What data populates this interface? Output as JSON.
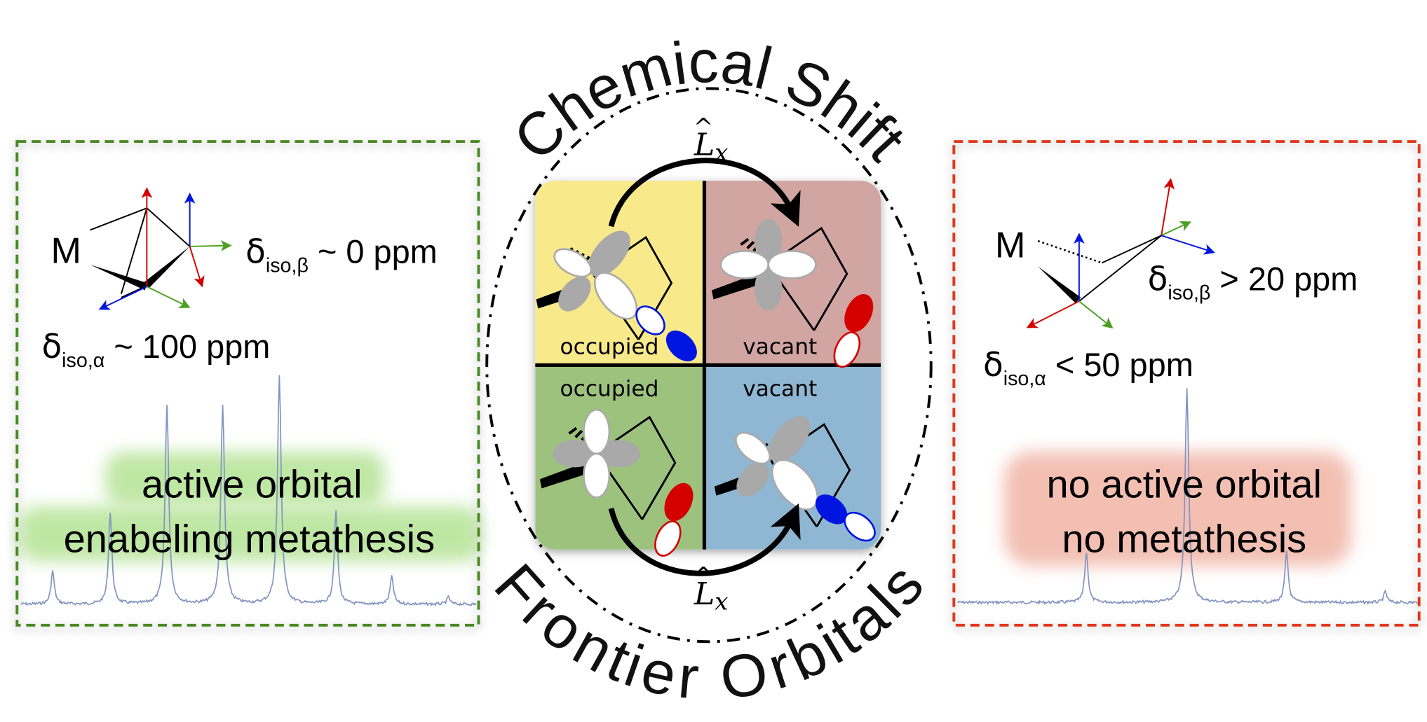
{
  "title_top": "Chemical Shift",
  "title_bottom": "Frontier Orbitals",
  "operator_top": {
    "symbol": "L",
    "hat": "^",
    "subscript": "x"
  },
  "operator_bottom": {
    "symbol": "L",
    "hat": "^",
    "subscript": "x"
  },
  "colors": {
    "active_border": "#4a8a22",
    "inactive_border": "#e0381c",
    "q_occupied_top": "#f8e98a",
    "q_vacant_top": "#d1a5a1",
    "q_occupied_bottom": "#9dc27e",
    "q_vacant_bottom": "#8fb7d3",
    "spectrum": "#8294c0"
  },
  "left_panel": {
    "metal": "M",
    "shift_beta": {
      "delta": "δ",
      "sub": "iso,β",
      "rest": " ~ 0 ppm"
    },
    "shift_alpha": {
      "delta": "δ",
      "sub": "iso,α",
      "rest": " ~ 100 ppm"
    },
    "caption_line1": "active orbital",
    "caption_line2": "enabeling metathesis"
  },
  "right_panel": {
    "metal": "M",
    "shift_beta": {
      "delta": "δ",
      "sub": "iso,β",
      "rest": " > 20 ppm"
    },
    "shift_alpha": {
      "delta": "δ",
      "sub": "iso,α",
      "rest": " < 50 ppm"
    },
    "caption_line1": "no active orbital",
    "caption_line2": "no metathesis"
  },
  "quadrants": [
    {
      "label": "occupied"
    },
    {
      "label": "vacant"
    },
    {
      "label": "occupied"
    },
    {
      "label": "vacant"
    }
  ]
}
